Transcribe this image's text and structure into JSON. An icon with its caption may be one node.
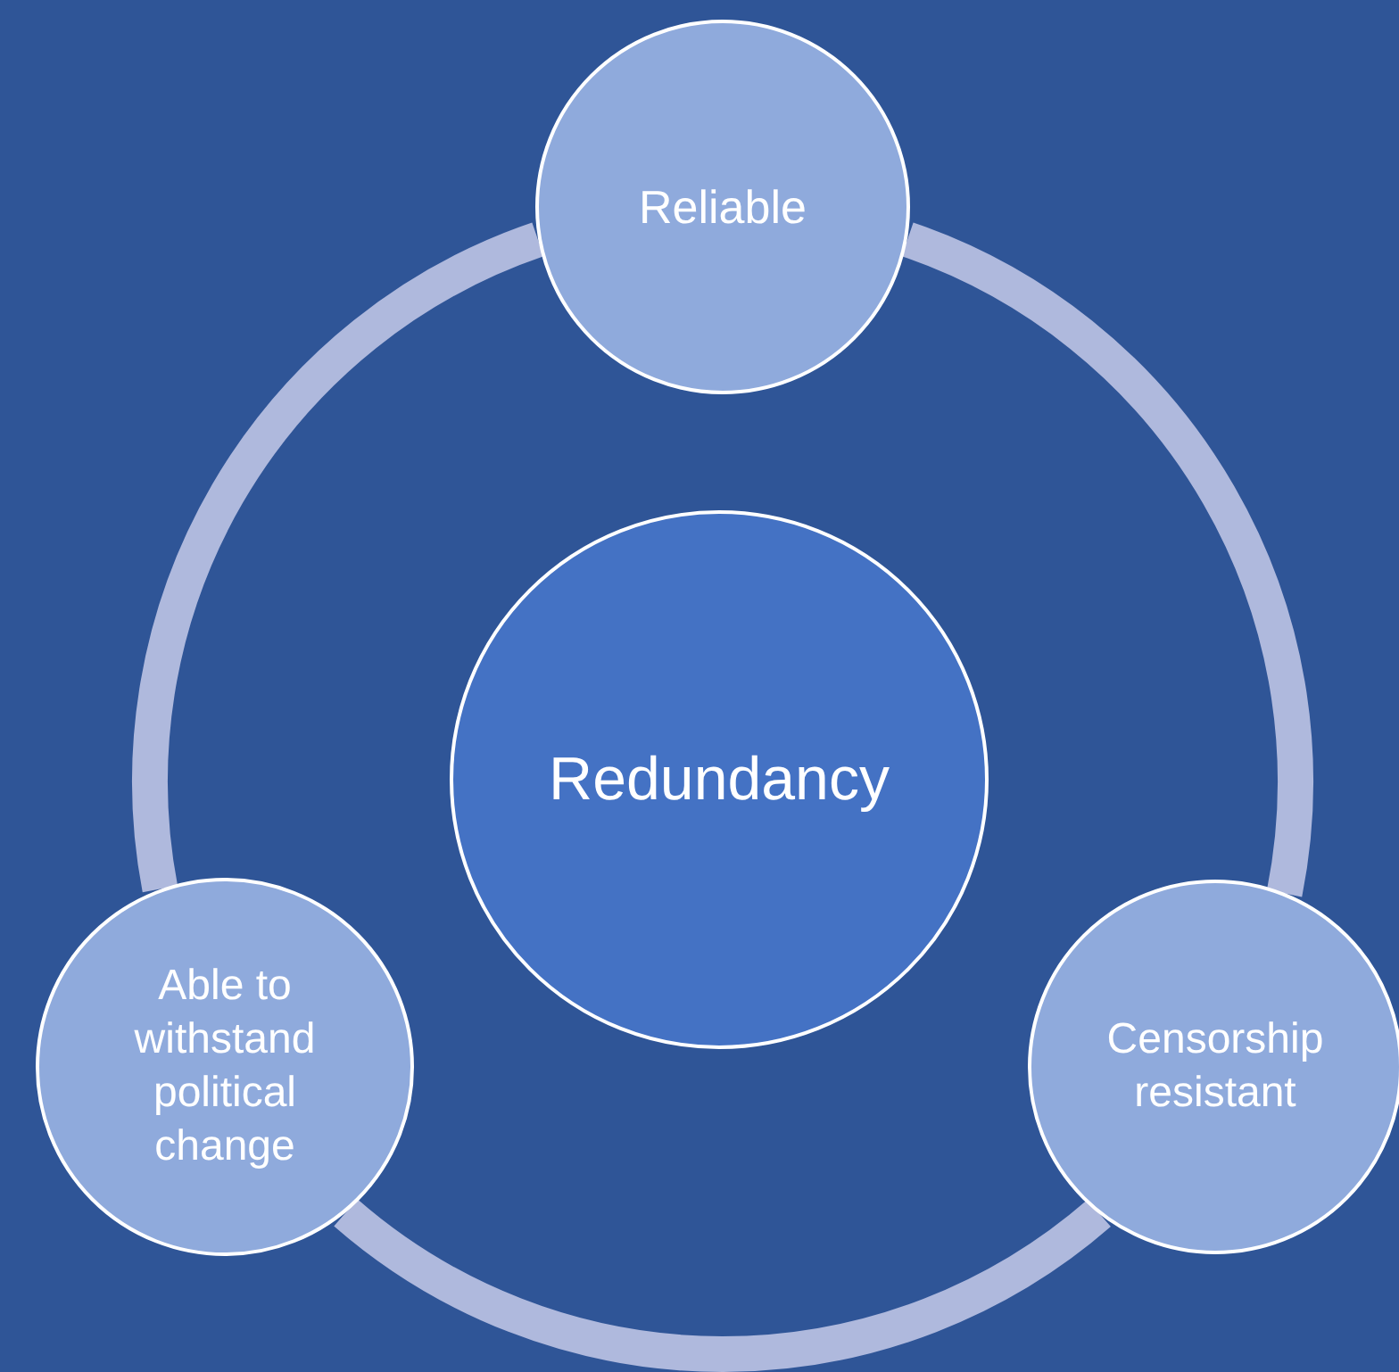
{
  "diagram": {
    "nodes": [
      {
        "text": [
          "Reliable"
        ]
      },
      {
        "text": [
          "Redundancy"
        ]
      },
      {
        "text": [
          "Able to withstand political change"
        ]
      },
      {
        "text": [
          "Censorship resistant"
        ]
      }
    ],
    "edges": [
      {
        "from": 0,
        "to": 3,
        "arrow": "none"
      },
      {
        "from": 3,
        "to": 2,
        "arrow": "none"
      },
      {
        "from": 2,
        "to": 0,
        "arrow": "none"
      }
    ]
  }
}
